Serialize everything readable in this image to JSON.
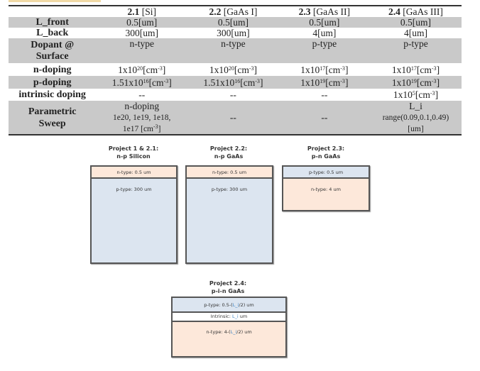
{
  "table": {
    "headers": [
      {
        "num": "2.1",
        "mat": "[Si]"
      },
      {
        "num": "2.2",
        "mat": "[GaAs I]"
      },
      {
        "num": "2.3",
        "mat": "[GaAs II]"
      },
      {
        "num": "2.4",
        "mat": "[GaAs III]"
      }
    ],
    "l_front": {
      "label": "L_front",
      "values": [
        "0.5[um]",
        "0.5[um]",
        "0.5[um]",
        "0.5[um]"
      ]
    },
    "l_back": {
      "label": "L_back",
      "values": [
        "300[um]",
        "300[um]",
        "4[um]",
        "4[um]"
      ]
    },
    "dopant": {
      "label_1": "Dopant @",
      "label_2": "Surface",
      "values": [
        "n-type",
        "n-type",
        "p-type",
        "p-type"
      ]
    },
    "n_doping": {
      "label": "n-doping",
      "values": [
        {
          "base": "1x10",
          "exp": "20",
          "unit": "[cm",
          "uexp": "-3",
          "close": "]"
        },
        {
          "base": "1x10",
          "exp": "20",
          "unit": "[cm",
          "uexp": "-3",
          "close": "]"
        },
        {
          "base": "1x10",
          "exp": "17",
          "unit": "[cm",
          "uexp": "-3",
          "close": "]"
        },
        {
          "base": "1x10",
          "exp": "17",
          "unit": "[cm",
          "uexp": "-3",
          "close": "]"
        }
      ]
    },
    "p_doping": {
      "label": "p-doping",
      "values": [
        {
          "base": "1.51x10",
          "exp": "16",
          "unit": "[cm",
          "uexp": "-3",
          "close": "]"
        },
        {
          "base": "1.51x10",
          "exp": "16",
          "unit": "[cm",
          "uexp": "-3",
          "close": "]"
        },
        {
          "base": "1x10",
          "exp": "19",
          "unit": "[cm",
          "uexp": "-3",
          "close": "]"
        },
        {
          "base": "1x10",
          "exp": "19",
          "unit": "[cm",
          "uexp": "-3",
          "close": "]"
        }
      ]
    },
    "intrinsic": {
      "label": "intrinsic doping",
      "values": [
        "--",
        "--",
        "--"
      ],
      "last": {
        "base": "1x10",
        "exp": "5",
        "unit": "[cm",
        "uexp": "-3",
        "close": "]"
      }
    },
    "sweep": {
      "label_1": "Parametric",
      "label_2": "Sweep",
      "c1_title": "n-doping",
      "c1_line1": "1e20, 1e19, 1e18,",
      "c1_line2": "1e17 [cm",
      "c1_exp": "-3",
      "c1_close": "]",
      "c2": "--",
      "c3": "--",
      "c4_title": "L_i",
      "c4_line1": "range(0.09,0.1,0.49)",
      "c4_line2": "[um]"
    }
  },
  "diagrams": [
    {
      "title_1": "Project 1 & 2.1:",
      "title_2": "n-p Silicon",
      "top": "n-type: 0.5 um",
      "bottom": "p-type: 300 um"
    },
    {
      "title_1": "Project 2.2:",
      "title_2": "n-p GaAs",
      "top": "n-type: 0.5 um",
      "bottom": "p-type: 300 um"
    },
    {
      "title_1": "Project 2.3:",
      "title_2": "p-n GaAs",
      "top": "p-type: 0.5 um",
      "bottom": "n-type: 4 um"
    },
    {
      "title_1": "Project 2.4:",
      "title_2": "p-i-n GaAs",
      "p_pre": "p-type: 0.5-(",
      "var": "L_i",
      "p_post": "/2) um",
      "i_pre": "Intrinsic: ",
      "i_post": " um",
      "n_pre": "n-type: 4-(",
      "n_post": "/2) um"
    }
  ],
  "colors": {
    "n_layer": "#fde8da",
    "p_layer": "#dce5f0",
    "intrinsic_layer": "#ffffff",
    "highlight": "#3d85c6",
    "row_shade": "#c9c9c9"
  }
}
